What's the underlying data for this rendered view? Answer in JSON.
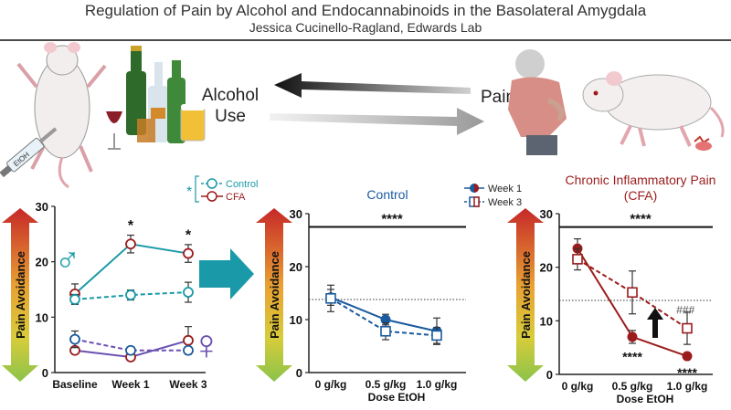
{
  "header": {
    "title": "Regulation of Pain by Alcohol and Endocannabinoids in the Basolateral Amygdala",
    "subtitle": "Jessica Cucinello-Ragland, Edwards Lab"
  },
  "cycle": {
    "alcohol_line1": "Alcohol",
    "alcohol_line2": "Use",
    "pain_label": "Pain",
    "syringe_label": "EtOH"
  },
  "axis_common": {
    "ylabel": "Pain Avoidance"
  },
  "colors": {
    "teal": "#1a9aa8",
    "darkred": "#9b1c1c",
    "blue": "#1a5a9e",
    "purple": "#6a50b0",
    "control_legend": "#1a9aa8"
  },
  "chart_data": [
    {
      "type": "line",
      "title": "",
      "xlabel": "",
      "ylabel": "Pain Avoidance",
      "categories": [
        "Baseline",
        "Week 1",
        "Week 3"
      ],
      "ylim": [
        0,
        30
      ],
      "yticks": [
        0,
        10,
        20,
        30
      ],
      "legend": {
        "placement": "top",
        "bracket_mark": "*",
        "entries": [
          "Control",
          "CFA"
        ]
      },
      "series": [
        {
          "name": "CFA",
          "group": "male",
          "values": [
            14.2,
            23.2,
            21.5
          ],
          "errors": [
            1.8,
            1.6,
            1.6
          ],
          "marker_color": "#9b1c1c",
          "line_color": "#1a9aa8",
          "dashed": false
        },
        {
          "name": "Control",
          "group": "male",
          "values": [
            13.2,
            14.0,
            14.5
          ],
          "errors": [
            0.9,
            0.9,
            1.8
          ],
          "marker_color": "#1a9aa8",
          "line_color": "#1a9aa8",
          "dashed": true
        },
        {
          "name": "CFA",
          "group": "female",
          "values": [
            4.0,
            2.8,
            5.8
          ],
          "errors": [
            0.3,
            0.6,
            2.5
          ],
          "marker_color": "#9b1c1c",
          "line_color": "#6a50b0",
          "dashed": false
        },
        {
          "name": "Control",
          "group": "female",
          "values": [
            6.0,
            4.0,
            4.0
          ],
          "errors": [
            1.5,
            0.6,
            0.5
          ],
          "marker_color": "#1a5a9e",
          "line_color": "#6a50b0",
          "dashed": true
        }
      ],
      "annotations": [
        {
          "text": "*",
          "x": "Week 1",
          "y": 26.5
        },
        {
          "text": "*",
          "x": "Week 3",
          "y": 24.8
        }
      ],
      "symbols": {
        "male": "♂",
        "female": "♀"
      }
    },
    {
      "type": "line",
      "title": "Control",
      "xlabel": "Dose EtOH",
      "ylabel": "Pain Avoidance",
      "categories": [
        "0 g/kg",
        "0.5 g/kg",
        "1.0 g/kg"
      ],
      "ylim": [
        0,
        30
      ],
      "yticks": [
        0,
        10,
        20,
        30
      ],
      "reference_line": 13.8,
      "legend": {
        "placement": "top",
        "entries": [
          "Week 1",
          "Week 3"
        ]
      },
      "series": [
        {
          "name": "Week 1",
          "values": [
            14.2,
            10.0,
            7.8
          ],
          "errors": [
            1.5,
            1.0,
            2.5
          ],
          "color": "#1a5a9e",
          "marker": "filled-circle",
          "dashed": false
        },
        {
          "name": "Week 3",
          "values": [
            14.0,
            7.8,
            7.0
          ],
          "errors": [
            2.5,
            1.6,
            1.5
          ],
          "color": "#1a5a9e",
          "marker": "open-square",
          "dashed": true
        }
      ],
      "significance": {
        "text": "****",
        "y": 27.5
      }
    },
    {
      "type": "line",
      "title": "Chronic Inflammatory Pain (CFA)",
      "xlabel": "Dose EtOH",
      "ylabel": "Pain Avoidance",
      "categories": [
        "0 g/kg",
        "0.5 g/kg",
        "1.0 g/kg"
      ],
      "ylim": [
        0,
        30
      ],
      "yticks": [
        0,
        10,
        20,
        30
      ],
      "reference_line": 13.8,
      "series": [
        {
          "name": "Week 1",
          "values": [
            23.5,
            7.0,
            3.4
          ],
          "errors": [
            1.8,
            1.2,
            0.4
          ],
          "color": "#9b1c1c",
          "marker": "filled-circle",
          "dashed": false
        },
        {
          "name": "Week 3",
          "values": [
            21.5,
            15.3,
            8.6
          ],
          "errors": [
            2.0,
            4.0,
            3.0
          ],
          "color": "#9b1c1c",
          "marker": "open-square",
          "dashed": true
        }
      ],
      "significance": {
        "text": "****",
        "y": 27.5
      },
      "point_labels": [
        {
          "text": "****",
          "x": "0.5 g/kg",
          "y": 3.3
        },
        {
          "text": "****",
          "x": "1.0 g/kg",
          "y": 0.3
        },
        {
          "text": "###",
          "x": "1.0 g/kg",
          "y": 12.2
        }
      ]
    }
  ]
}
